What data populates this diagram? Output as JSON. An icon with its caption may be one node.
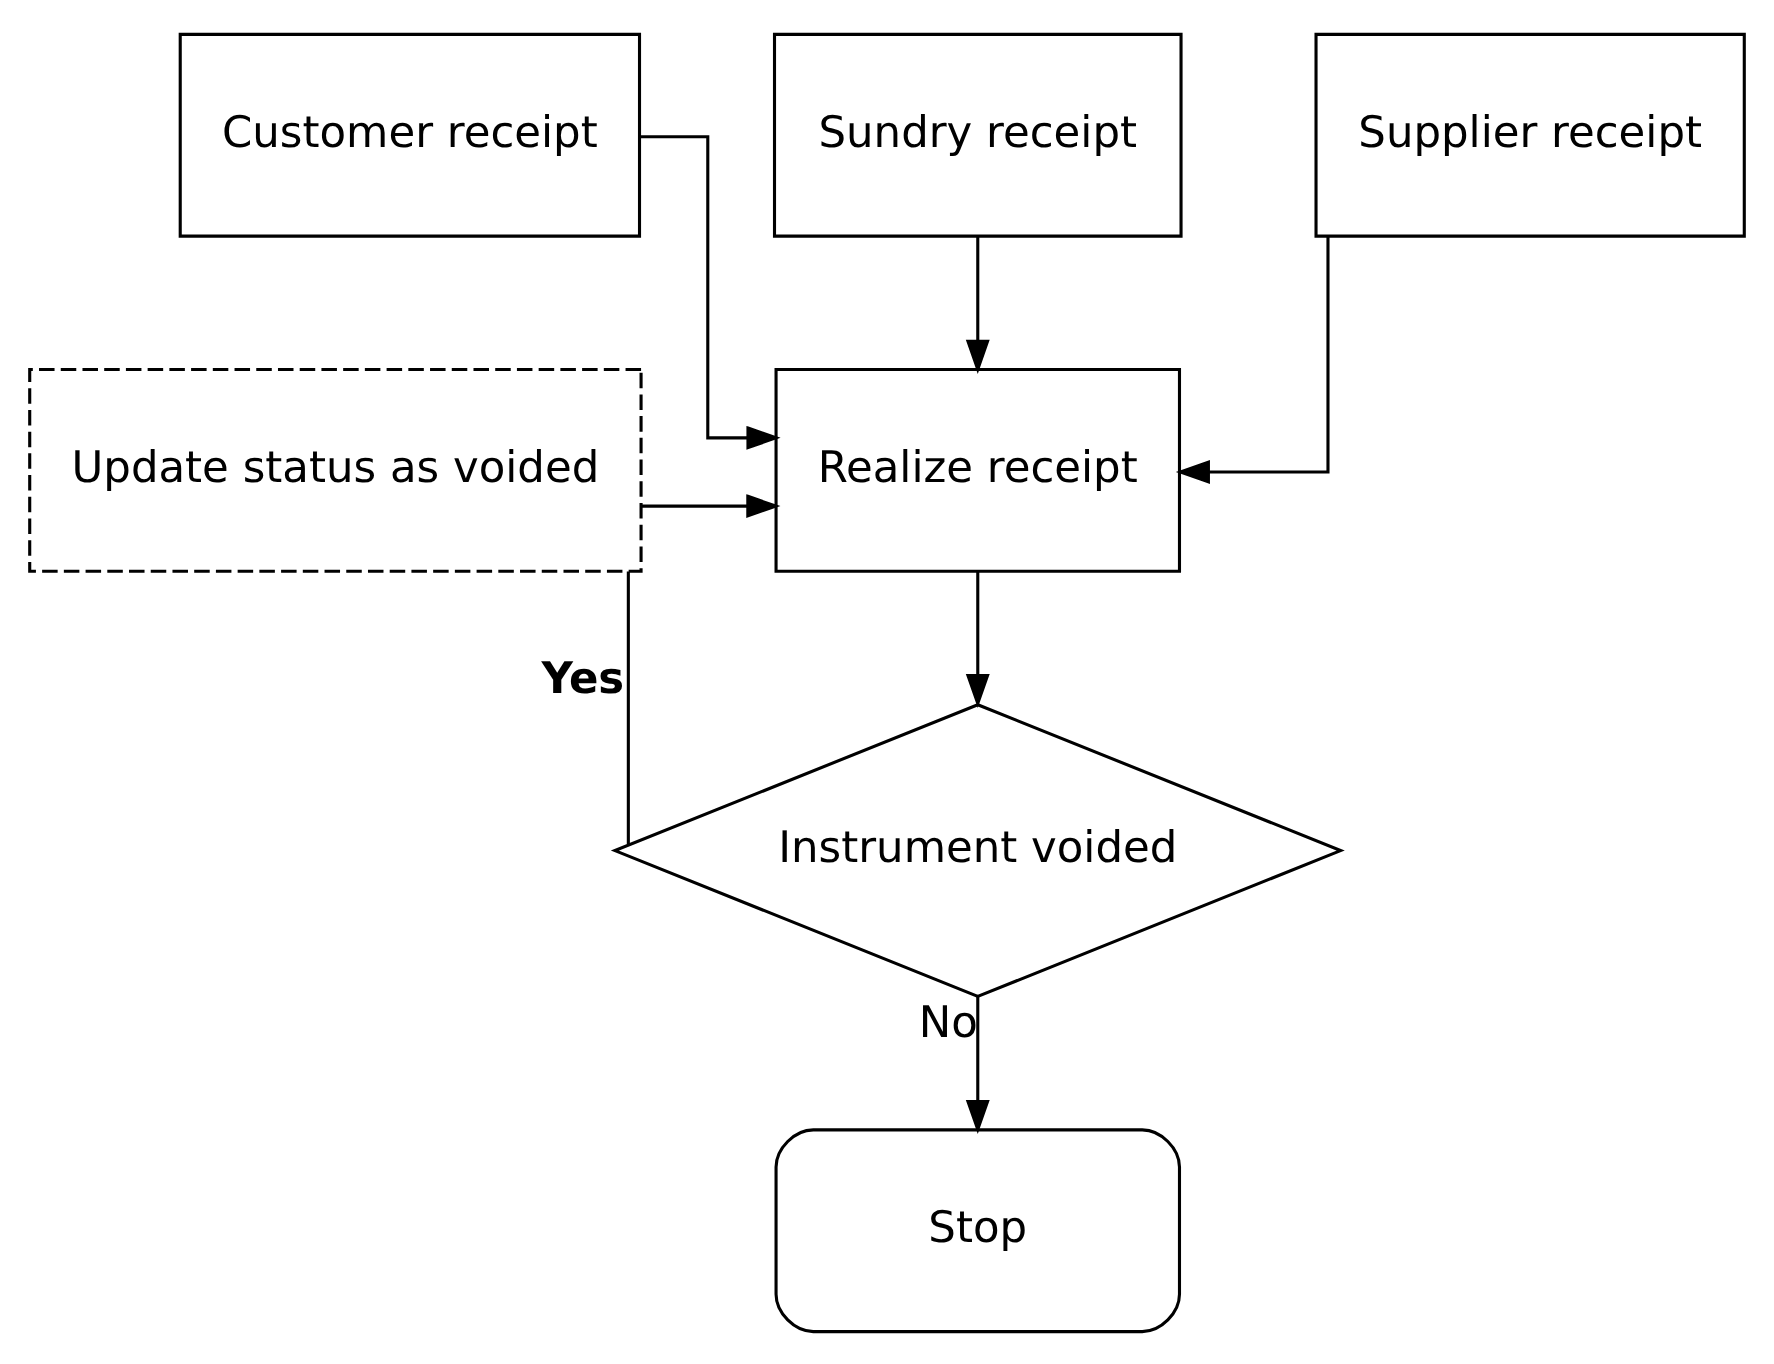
{
  "diagram": {
    "nodes": [
      {
        "text": [
          "Customer receipt"
        ]
      },
      {
        "text": [
          "Sundry receipt"
        ]
      },
      {
        "text": [
          "Supplier receipt"
        ]
      },
      {
        "text": [
          "Realize receipt"
        ]
      },
      {
        "text": [
          "Update status as voided"
        ]
      },
      {
        "text": [
          "Instrument voided"
        ]
      },
      {
        "text": [
          "Stop"
        ]
      }
    ],
    "edges": [
      {
        "from": 0,
        "to": 3,
        "arrow": "to"
      },
      {
        "from": 1,
        "to": 3,
        "arrow": "to"
      },
      {
        "from": 2,
        "to": 3,
        "arrow": "to"
      },
      {
        "from": 4,
        "to": 3,
        "arrow": "to"
      },
      {
        "from": 3,
        "to": 5,
        "arrow": "to"
      },
      {
        "from": 5,
        "to": 4,
        "arrow": "none",
        "label": "Yes"
      },
      {
        "from": 5,
        "to": 6,
        "arrow": "to",
        "label": "No"
      }
    ]
  }
}
